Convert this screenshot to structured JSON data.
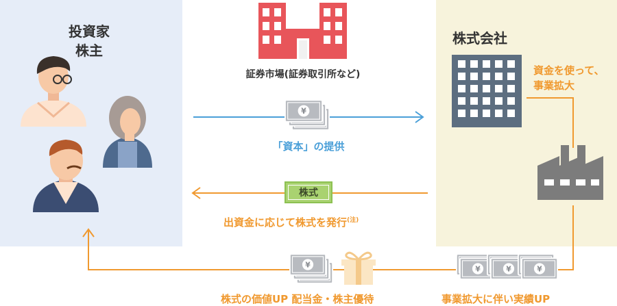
{
  "investor": {
    "line1": "投資家",
    "line2": "株主"
  },
  "company": {
    "name": "株式会社",
    "growth_line1": "資金を使って、",
    "growth_line2": "事業拡大"
  },
  "market": {
    "label": "証券市場(証券取引所など)"
  },
  "flows": {
    "capital": "「資本」の提供",
    "issue": "出資金に応じて株式を発行",
    "issue_note": "(注)",
    "stock_badge": "株式",
    "return": "株式の価値UP 配当金・株主優待",
    "performance": "事業拡大に伴い実績UP"
  },
  "icons": {
    "building": "building-icon",
    "office": "office-building-icon",
    "factory": "factory-icon",
    "money": "yen-banknote-icon",
    "gift": "gift-box-icon"
  },
  "colors": {
    "blue_arrow": "#4a9fd8",
    "orange_arrow": "#f0992f",
    "market_building": "#e8555a",
    "office_building": "#5d6e80",
    "factory": "#7c7c7c"
  }
}
